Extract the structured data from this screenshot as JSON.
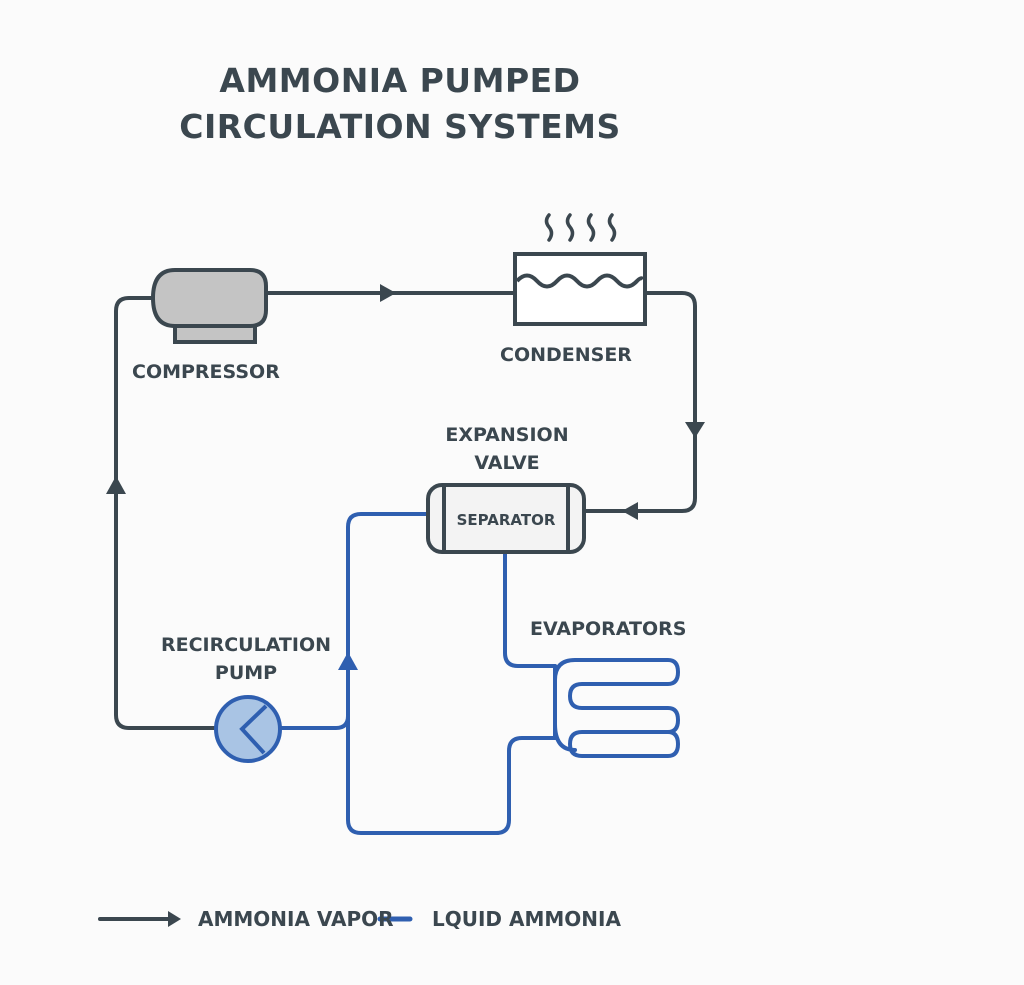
{
  "title": {
    "line1": "AMMONIA PUMPED",
    "line2": "CIRCULATION SYSTEMS"
  },
  "components": {
    "compressor": "COMPRESSOR",
    "condenser": "CONDENSER",
    "expansion_valve_line1": "EXPANSION",
    "expansion_valve_line2": "VALVE",
    "separator": "SEPARATOR",
    "evaporators": "EVAPORATORS",
    "pump_line1": "RECIRCULATION",
    "pump_line2": "PUMP"
  },
  "legend": {
    "vapor": "AMMONIA VAPOR",
    "liquid": "LQUID AMMONIA"
  },
  "colors": {
    "vapor_line": "#3b474f",
    "liquid_line": "#2f5fb0",
    "compressor_fill": "#c4c4c4",
    "pump_fill": "#a9c4e4",
    "separator_fill": "#f3f3f3"
  }
}
